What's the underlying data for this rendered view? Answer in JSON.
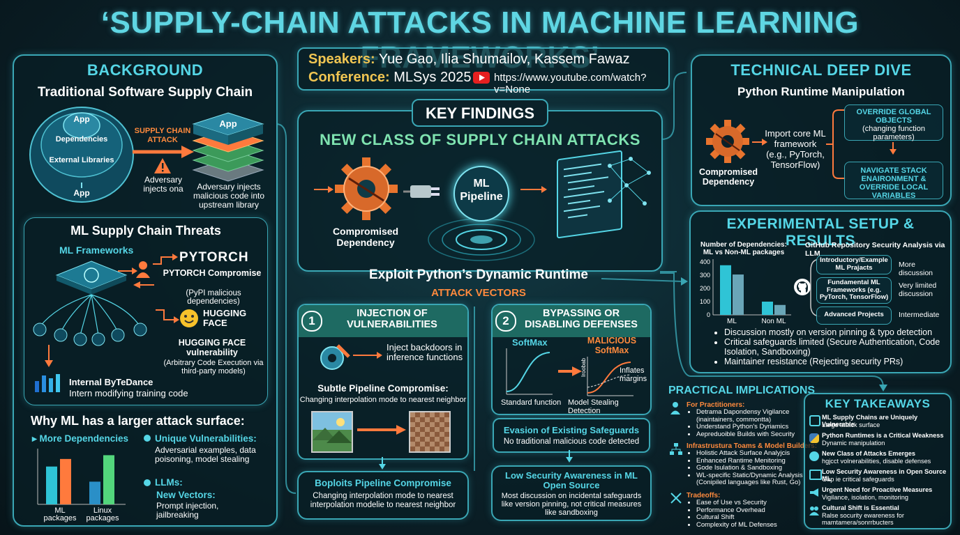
{
  "title": "‘SUPPLY-CHAIN ATTACKS IN MACHINE LEARNING FRAMEWORKS’",
  "header": {
    "speakers_label": "Speakers:",
    "speakers": "Yue Gao, Ilia Shumailov, Kassem Fawaz",
    "conference_label": "Conference:",
    "conference": "MLSys 2025",
    "url": "https://www.youtube.com/watch?v=None"
  },
  "background": {
    "title": "BACKGROUND",
    "subtitle": "Traditional Software Supply Chain",
    "layers": [
      "App",
      "Dependencies",
      "External Libraries",
      "App"
    ],
    "stack_label": "App",
    "attack_label": "SUPPLY CHAIN ATTACK",
    "adversary_left": "Adversary injects ona",
    "adversary_right": "Adversary injects malicious code into upstream library"
  },
  "ml_threats": {
    "title": "ML Supply Chain Threats",
    "frameworks": "ML Frameworks",
    "pytorch_logo": "PYTORCH",
    "pytorch_title": "PYTORCH Compromise",
    "pytorch_desc": "(PyPI malicious dependencies)",
    "hf_logo": "HUGGING FACE",
    "hf_title": "HUGGING FACE vulnerability",
    "hf_desc": "(Arbitrary Code Execution via third-party models)",
    "bytedance_title": "Internal ByTeDance",
    "bytedance_desc": "Intern modifying training code"
  },
  "surface": {
    "title": "Why ML has a larger attack surface:",
    "more_deps": "More Dependencies",
    "x_labels": [
      "ML packages",
      "Linux packages"
    ],
    "unique_title": "Unique Vulnerabilities:",
    "unique_desc": "Adversarial examples, data poisoning, model stealing",
    "llms_title": "LLMs:",
    "new_vectors": "New Vectors:",
    "new_vectors_desc": "Prompt injection, jailbreaking"
  },
  "chart_data": {
    "type": "bar",
    "categories": [
      "ML packages",
      "Linux packages"
    ],
    "series": [
      {
        "values": [
          5,
          3
        ]
      },
      {
        "values": [
          6,
          6.5
        ]
      }
    ],
    "colors": [
      "#2fc4d6",
      "#ff7a3d",
      "#2a8fc7",
      "#53d67c"
    ]
  },
  "key_findings": {
    "title": "KEY FINDINGS",
    "headline": "NEW CLASS OF SUPPLY CHAIN ATTACKS",
    "compromised": "Compromised Dependency",
    "pipeline": "ML Pipeline",
    "exploit": "Exploit Python’s Dynamic Runtime",
    "vectors": "ATTACK VECTORS"
  },
  "vector1": {
    "num": "1",
    "title": "INJECTION OF VULNERABILITIES",
    "desc": "Inject backdoors in inference functions",
    "subtle": "Subtle Pipeline Compromise:",
    "subtle_desc": "Changing interpolation mode to nearest neighbor"
  },
  "vector2": {
    "num": "2",
    "title": "BYPASSING OR DISABLING DEFENSES",
    "softmax": "SoftMax",
    "malicious": "MALICIOUS SoftMax",
    "inflates": "Inflates margins",
    "probab": "Iroobab",
    "standard": "Standard function",
    "stealing": "Model Stealing Detection"
  },
  "evasion": {
    "title": "Evasion of Existing Safeguards",
    "desc": "No traditional malicious code detected"
  },
  "exploits_box": {
    "title": "Boploits Pipeline Compromise",
    "desc": "Changing interpolation mode to nearest interpolation modelie to nearest neighbor"
  },
  "low_awareness": {
    "title": "Low Security Awareness in ML Open Source",
    "desc": "Most discussion on incidental safeguards like version pinning, not critical measures like sandboxing"
  },
  "deep_dive": {
    "title": "TECHNICAL DEEP DIVE",
    "subtitle": "Python Runtime Manipulation",
    "compromised": "Compromised Dependency",
    "import": "Import core ML framework (e.g., PyTorch, TensorFlow)",
    "override_global": "OVERRIDE GLOBAL OBJECTS",
    "override_global_desc": "(changing function parameters)",
    "navigate": "NAVIGATE STACK ENAIRONMENT & OVERRIDE LOCAL VARIABLES"
  },
  "experiment": {
    "title": "EXPERIMENTAL SETUP & RESULTS",
    "chart_title": "Number of Dependencies: ML vs Non-ML packages",
    "y_ticks": [
      "400",
      "300",
      "200",
      "100",
      "0"
    ],
    "x_labels": [
      "ML",
      "Non ML"
    ],
    "gh_title": "GitHub Repository Security Analysis via LLM",
    "rows": [
      {
        "label": "Introductory/Example ML Prajacts",
        "result": "More discussion"
      },
      {
        "label": "Fundamental ML Frameworks (e.g. PyTorch, TensorFlow)",
        "result": "Very limited discussion"
      },
      {
        "label": "Advanced Projects",
        "result": "Intermediate"
      }
    ],
    "bullets": [
      "Discussion mostly on version pinning & typo detection",
      "Critical safeguards limited (Secure Authentication, Code Isolation, Sandboxing)",
      "Maintainer resistance (Rejecting security PRs)"
    ]
  },
  "deps_chart": {
    "type": "bar",
    "categories": [
      "ML",
      "Non ML"
    ],
    "series": [
      {
        "values": [
          375,
          100
        ]
      },
      {
        "values": [
          305,
          75
        ]
      }
    ],
    "ylim": [
      0,
      400
    ]
  },
  "practical": {
    "title": "PRACTICAL IMPLICATIONS",
    "practitioners": "For Practitioners:",
    "practitioners_items": [
      "Detrama Dapondensy Vigilance (inaintainers, commontta)",
      "Understand Python's Dyriamics",
      "Aepreduoible Builds with Security"
    ],
    "infra": "Infrastrustura Toams & Model Builders:",
    "infra_items": [
      "Holistic Attack Surface Analyjcis",
      "Enhanced Rantime Menitoring",
      "Gode Isulation & Sandboxing",
      "WL-specific Static/Dynamic Analysis (Conipiled languages like Rust, Go)"
    ],
    "tradeoffs": "Tradeoffs:",
    "tradeoffs_items": [
      "Ease of Use vs Security",
      "Performance Overhead",
      "Cultural Shift",
      "Complexity of ML Defenses"
    ]
  },
  "takeaways": {
    "title": "KEY TAKEAWAYS",
    "items": [
      {
        "t": "ML Supply Chains are Uniquely Vulnerable",
        "d": "Large attack surface"
      },
      {
        "t": "Python Runtimes is a Critical Weakness",
        "d": "Dynamic manipulation"
      },
      {
        "t": "New Class of Attacks Emerges",
        "d": "hgjcct volnerabilities, disable defenses"
      },
      {
        "t": "Low Security Awareness in Open Source ML",
        "d": "Gap ie critical safeguards"
      },
      {
        "t": "Urgent Need for Proactive Measures",
        "d": "Vigilance, isolation, monitoring"
      },
      {
        "t": "Cultural Shift is Essential",
        "d": "Ralse socurity ewareness for mamtamera/sonrrbucters"
      }
    ]
  },
  "colors": {
    "accent": "#55d6e6",
    "orange": "#ff8a3d",
    "green": "#7fe3b0",
    "bg": "#0b2129"
  }
}
